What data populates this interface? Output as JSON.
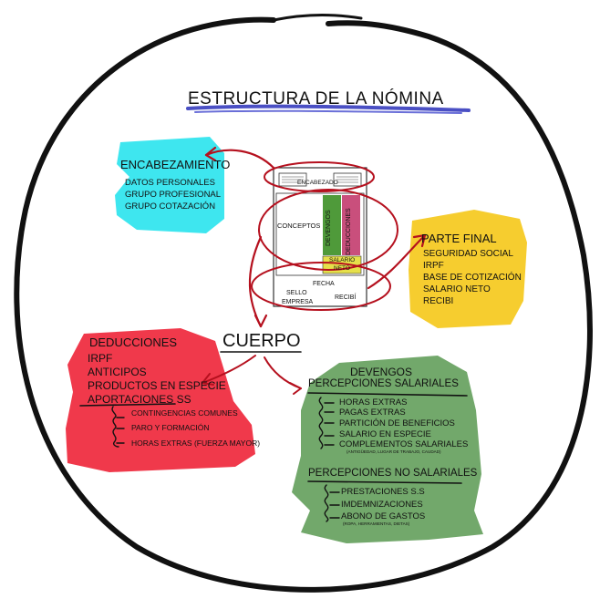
{
  "title": "ESTRUCTURA DE LA NÓMINA",
  "encabezamiento": {
    "title": "ENCABEZAMIENTO",
    "items": [
      "DATOS PERSONALES",
      "GRUPO PROFESIONAL",
      "GRUPO COTAZACIÓN"
    ]
  },
  "form": {
    "encabezado": "ENCABEZADO",
    "conceptos": "CONCEPTOS",
    "devengos": "DEVENGOS",
    "deducciones": "DEDUCCIONES",
    "salario_neto_1": "SALARIO",
    "salario_neto_2": "NETO",
    "fecha": "FECHA",
    "sello_1": "SELLO",
    "sello_2": "EMPRESA",
    "recibi": "RECIBÍ"
  },
  "parte_final": {
    "title": "PARTE FINAL",
    "items": [
      "SEGURIDAD SOCIAL",
      "IRPF",
      "BASE DE COTIZACIÓN",
      "SALARIO NETO",
      "RECIBI"
    ]
  },
  "cuerpo": "CUERPO",
  "deducciones": {
    "title": "DEDUCCIONES",
    "items": [
      "IRPF",
      "ANTICIPOS",
      "PRODUCTOS EN ESPECIE"
    ],
    "aportaciones": "APORTACIONES SS",
    "sub": [
      "CONTINGENCIAS COMUNES",
      "PARO Y FORMACIÓN",
      "HORAS EXTRAS (FUERZA MAYOR)"
    ]
  },
  "devengos": {
    "title": "DEVENGOS",
    "salariales_title": "PERCEPCIONES SALARIALES",
    "salariales": [
      "HORAS EXTRAS",
      "PAGAS EXTRAS",
      "PARTICIÓN DE BENEFICIOS",
      "SALARIO EN ESPECIE",
      "COMPLEMENTOS SALARIALES"
    ],
    "complementos_note": "(ANTIGÜEDAD, LUGAR DE TRABAJO, CAUDAD)",
    "no_salariales_title": "PERCEPCIONES NO SALARIALES",
    "no_salariales": [
      "PRESTACIONES S.S",
      "IMDEMNIZACIONES",
      "ABONO DE GASTOS"
    ],
    "gastos_note": "(ROPA, HERRAMIENTAS, DIETAS)"
  },
  "colors": {
    "cyan": "#3ee6ef",
    "yellow": "#f6cd2f",
    "red": "#f0394b",
    "green": "#72a86b",
    "marker_red": "#b5101e",
    "title_underline": "#4a4fc4",
    "devengos_col": "#4f9a3a",
    "deducciones_col": "#c94f7c",
    "neto_box": "#e6e04a"
  }
}
